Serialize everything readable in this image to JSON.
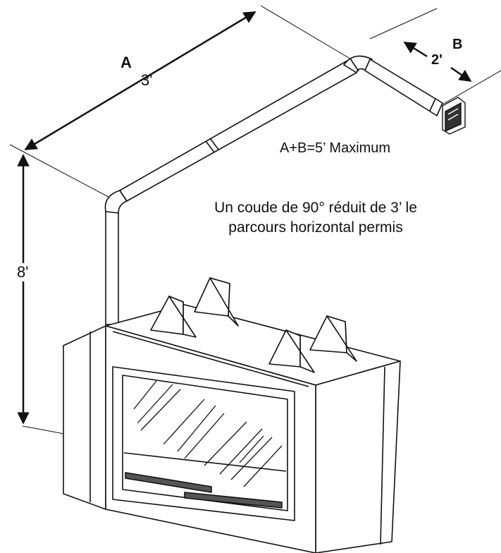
{
  "dimensions": {
    "a_letter": "A",
    "a_length": "3'",
    "b_letter": "B",
    "b_length": "2'",
    "height": "8'"
  },
  "formula": "A+B=5’ Maximum",
  "note": {
    "line1": "Un coude de 90° réduit de 3’ le",
    "line2": "parcours horizontal permis"
  },
  "colors": {
    "ink": "#111111",
    "background": "#ffffff"
  },
  "icons": {
    "termination": "vent-termination-icon",
    "fireplace": "fireplace-icon"
  }
}
